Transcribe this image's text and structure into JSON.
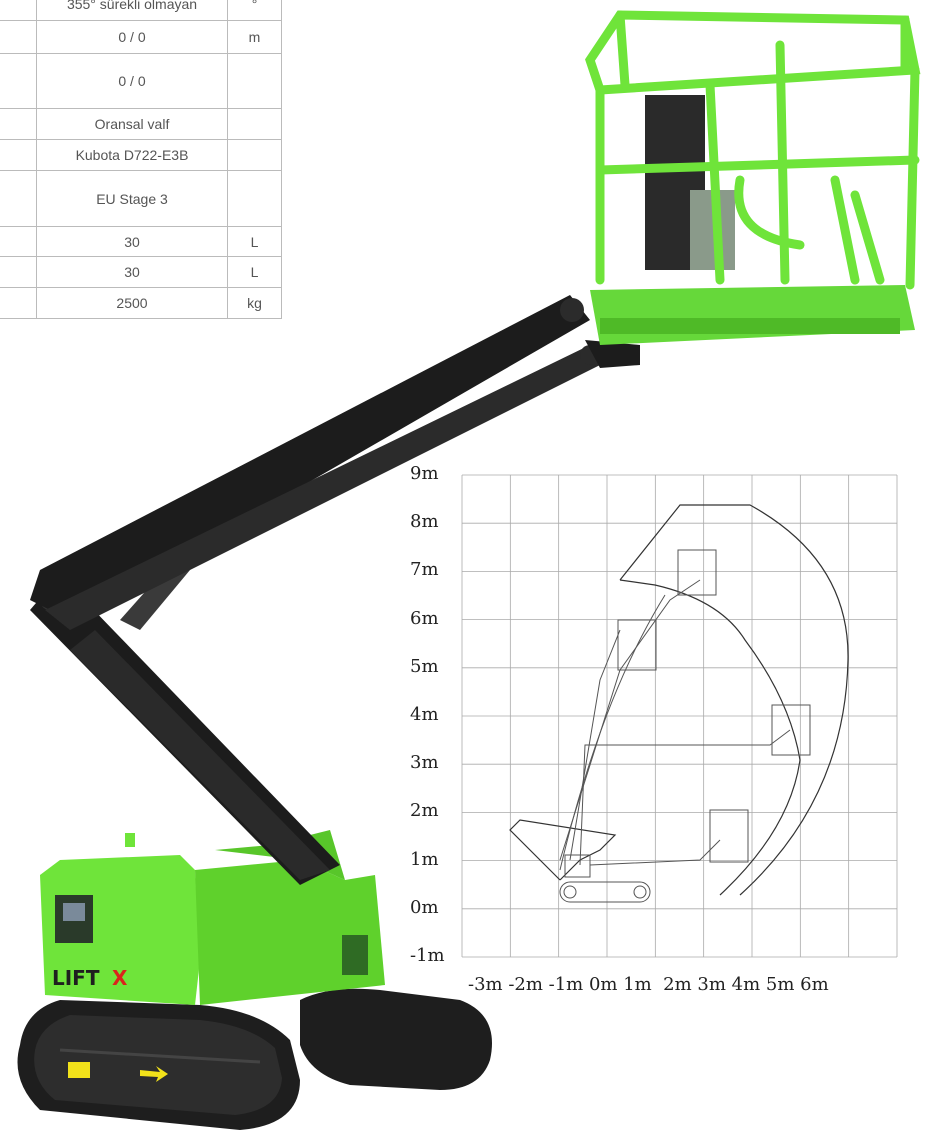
{
  "spec_table": {
    "rows": [
      {
        "value": "355° sürekli olmayan",
        "unit": "°"
      },
      {
        "value": "0 / 0",
        "unit": "m"
      },
      {
        "value": "0 / 0",
        "unit": ""
      },
      {
        "value": "Oransal valf",
        "unit": ""
      },
      {
        "value": "Kubota D722-E3B",
        "unit": ""
      },
      {
        "value": "EU Stage 3",
        "unit": ""
      },
      {
        "value": "30",
        "unit": "L"
      },
      {
        "value": "30",
        "unit": "L"
      },
      {
        "value": "2500",
        "unit": "kg"
      }
    ]
  },
  "machine": {
    "brand": "LIFTX",
    "colors": {
      "body": "#6fe43a",
      "boom": "#1c1c1c",
      "track": "#222222"
    }
  },
  "chart_data": {
    "type": "diagram",
    "y_ticks": [
      "9m",
      "8m",
      "7m",
      "6m",
      "5m",
      "4m",
      "3m",
      "2m",
      "1m",
      "0m",
      "-1m"
    ],
    "x_ticks": [
      "-3m",
      "-2m",
      "-1m",
      "0m",
      "1m",
      "2m",
      "3m",
      "4m",
      "5m",
      "6m"
    ],
    "x_axis_text": "-3m -2m -1m 0m 1m  2m 3m 4m 5m 6m",
    "ylim": [
      -1,
      9
    ],
    "xlim": [
      -3,
      6
    ],
    "grid": true
  }
}
